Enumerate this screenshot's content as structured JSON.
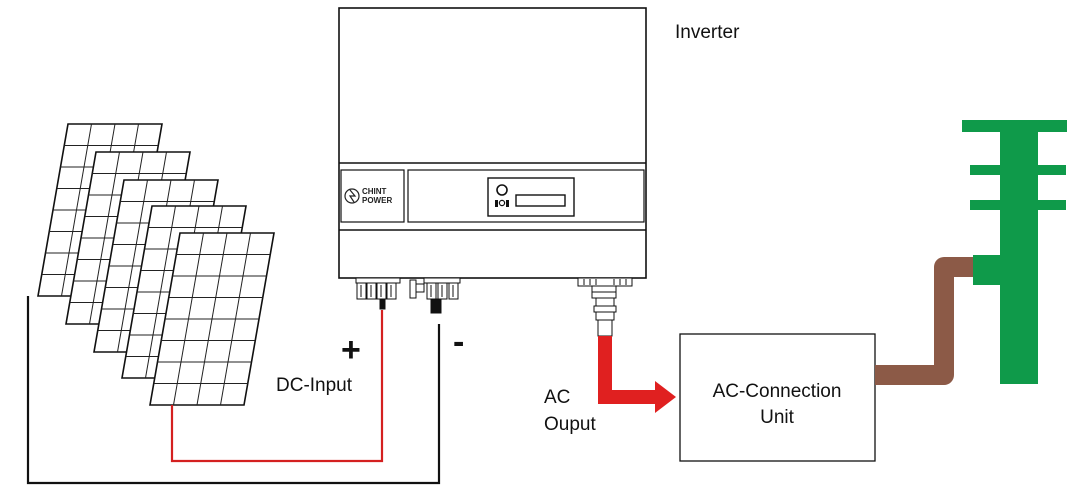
{
  "labels": {
    "inverter": "Inverter",
    "plus": "+",
    "minus": "-",
    "dc_input": "DC-Input",
    "ac_output_line1": "AC",
    "ac_output_line2": "Ouput",
    "ac_unit_line1": "AC-Connection",
    "ac_unit_line2": "Unit"
  },
  "logo": {
    "brand_line1": "CHINT",
    "brand_line2": "POWER"
  },
  "icons": [
    "solar-panel-icon",
    "inverter-icon",
    "utility-pole-icon",
    "arrow-right-icon",
    "power-button-icon"
  ],
  "colors": {
    "dc_positive_wire": "#d42020",
    "dc_negative_wire": "#111111",
    "ac_output_arrow": "#e02020",
    "grid_connection": "#8c5a47",
    "utility_pole": "#0f9a4a"
  }
}
